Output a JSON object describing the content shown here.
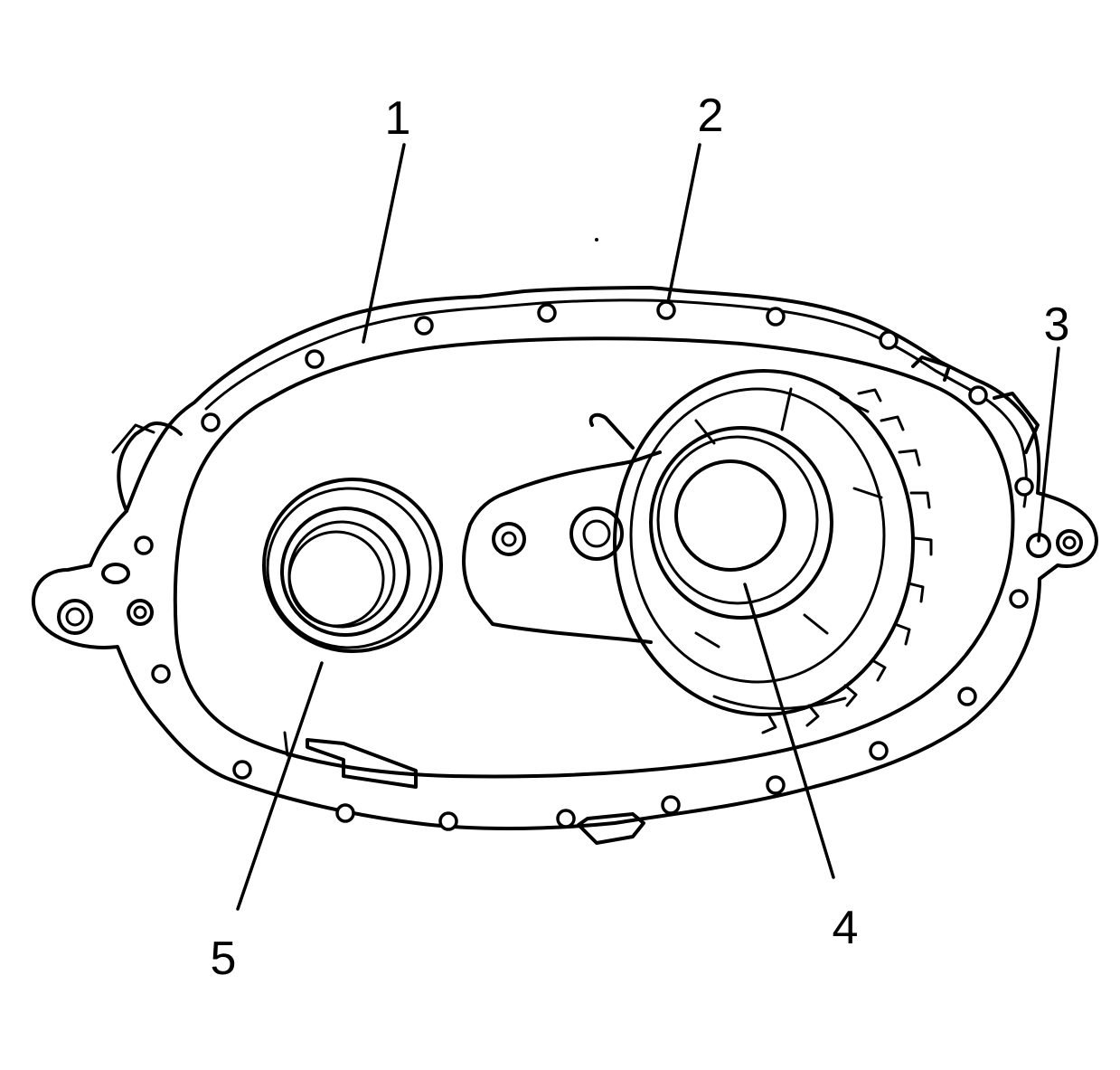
{
  "figure": {
    "colors": {
      "line": "#000000",
      "background": "#ffffff"
    },
    "callouts": [
      {
        "id": "1",
        "label": "1"
      },
      {
        "id": "2",
        "label": "2"
      },
      {
        "id": "3",
        "label": "3"
      },
      {
        "id": "4",
        "label": "4"
      },
      {
        "id": "5",
        "label": "5"
      }
    ]
  }
}
